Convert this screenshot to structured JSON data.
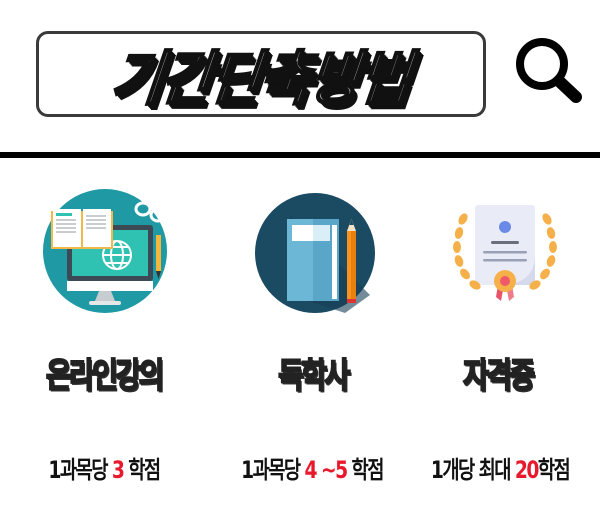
{
  "header": {
    "title": "기간단축방법",
    "search_icon": "search-icon"
  },
  "colors": {
    "highlight": "#e8192c",
    "teal": "#27a0a8",
    "navy": "#1d4b60",
    "divider": "#000000"
  },
  "methods": [
    {
      "icon": "online-lecture-icon",
      "label": "온라인강의",
      "credit_prefix": "1과목당 ",
      "credit_highlight": "3",
      "credit_suffix": " 학점"
    },
    {
      "icon": "self-study-icon",
      "label": "독학사",
      "credit_prefix": "1과목당 ",
      "credit_highlight": "4 ~5",
      "credit_suffix": " 학점"
    },
    {
      "icon": "certificate-icon",
      "label": "자격증",
      "credit_prefix": "1개당 최대 ",
      "credit_highlight": "20",
      "credit_suffix": "학점"
    }
  ]
}
